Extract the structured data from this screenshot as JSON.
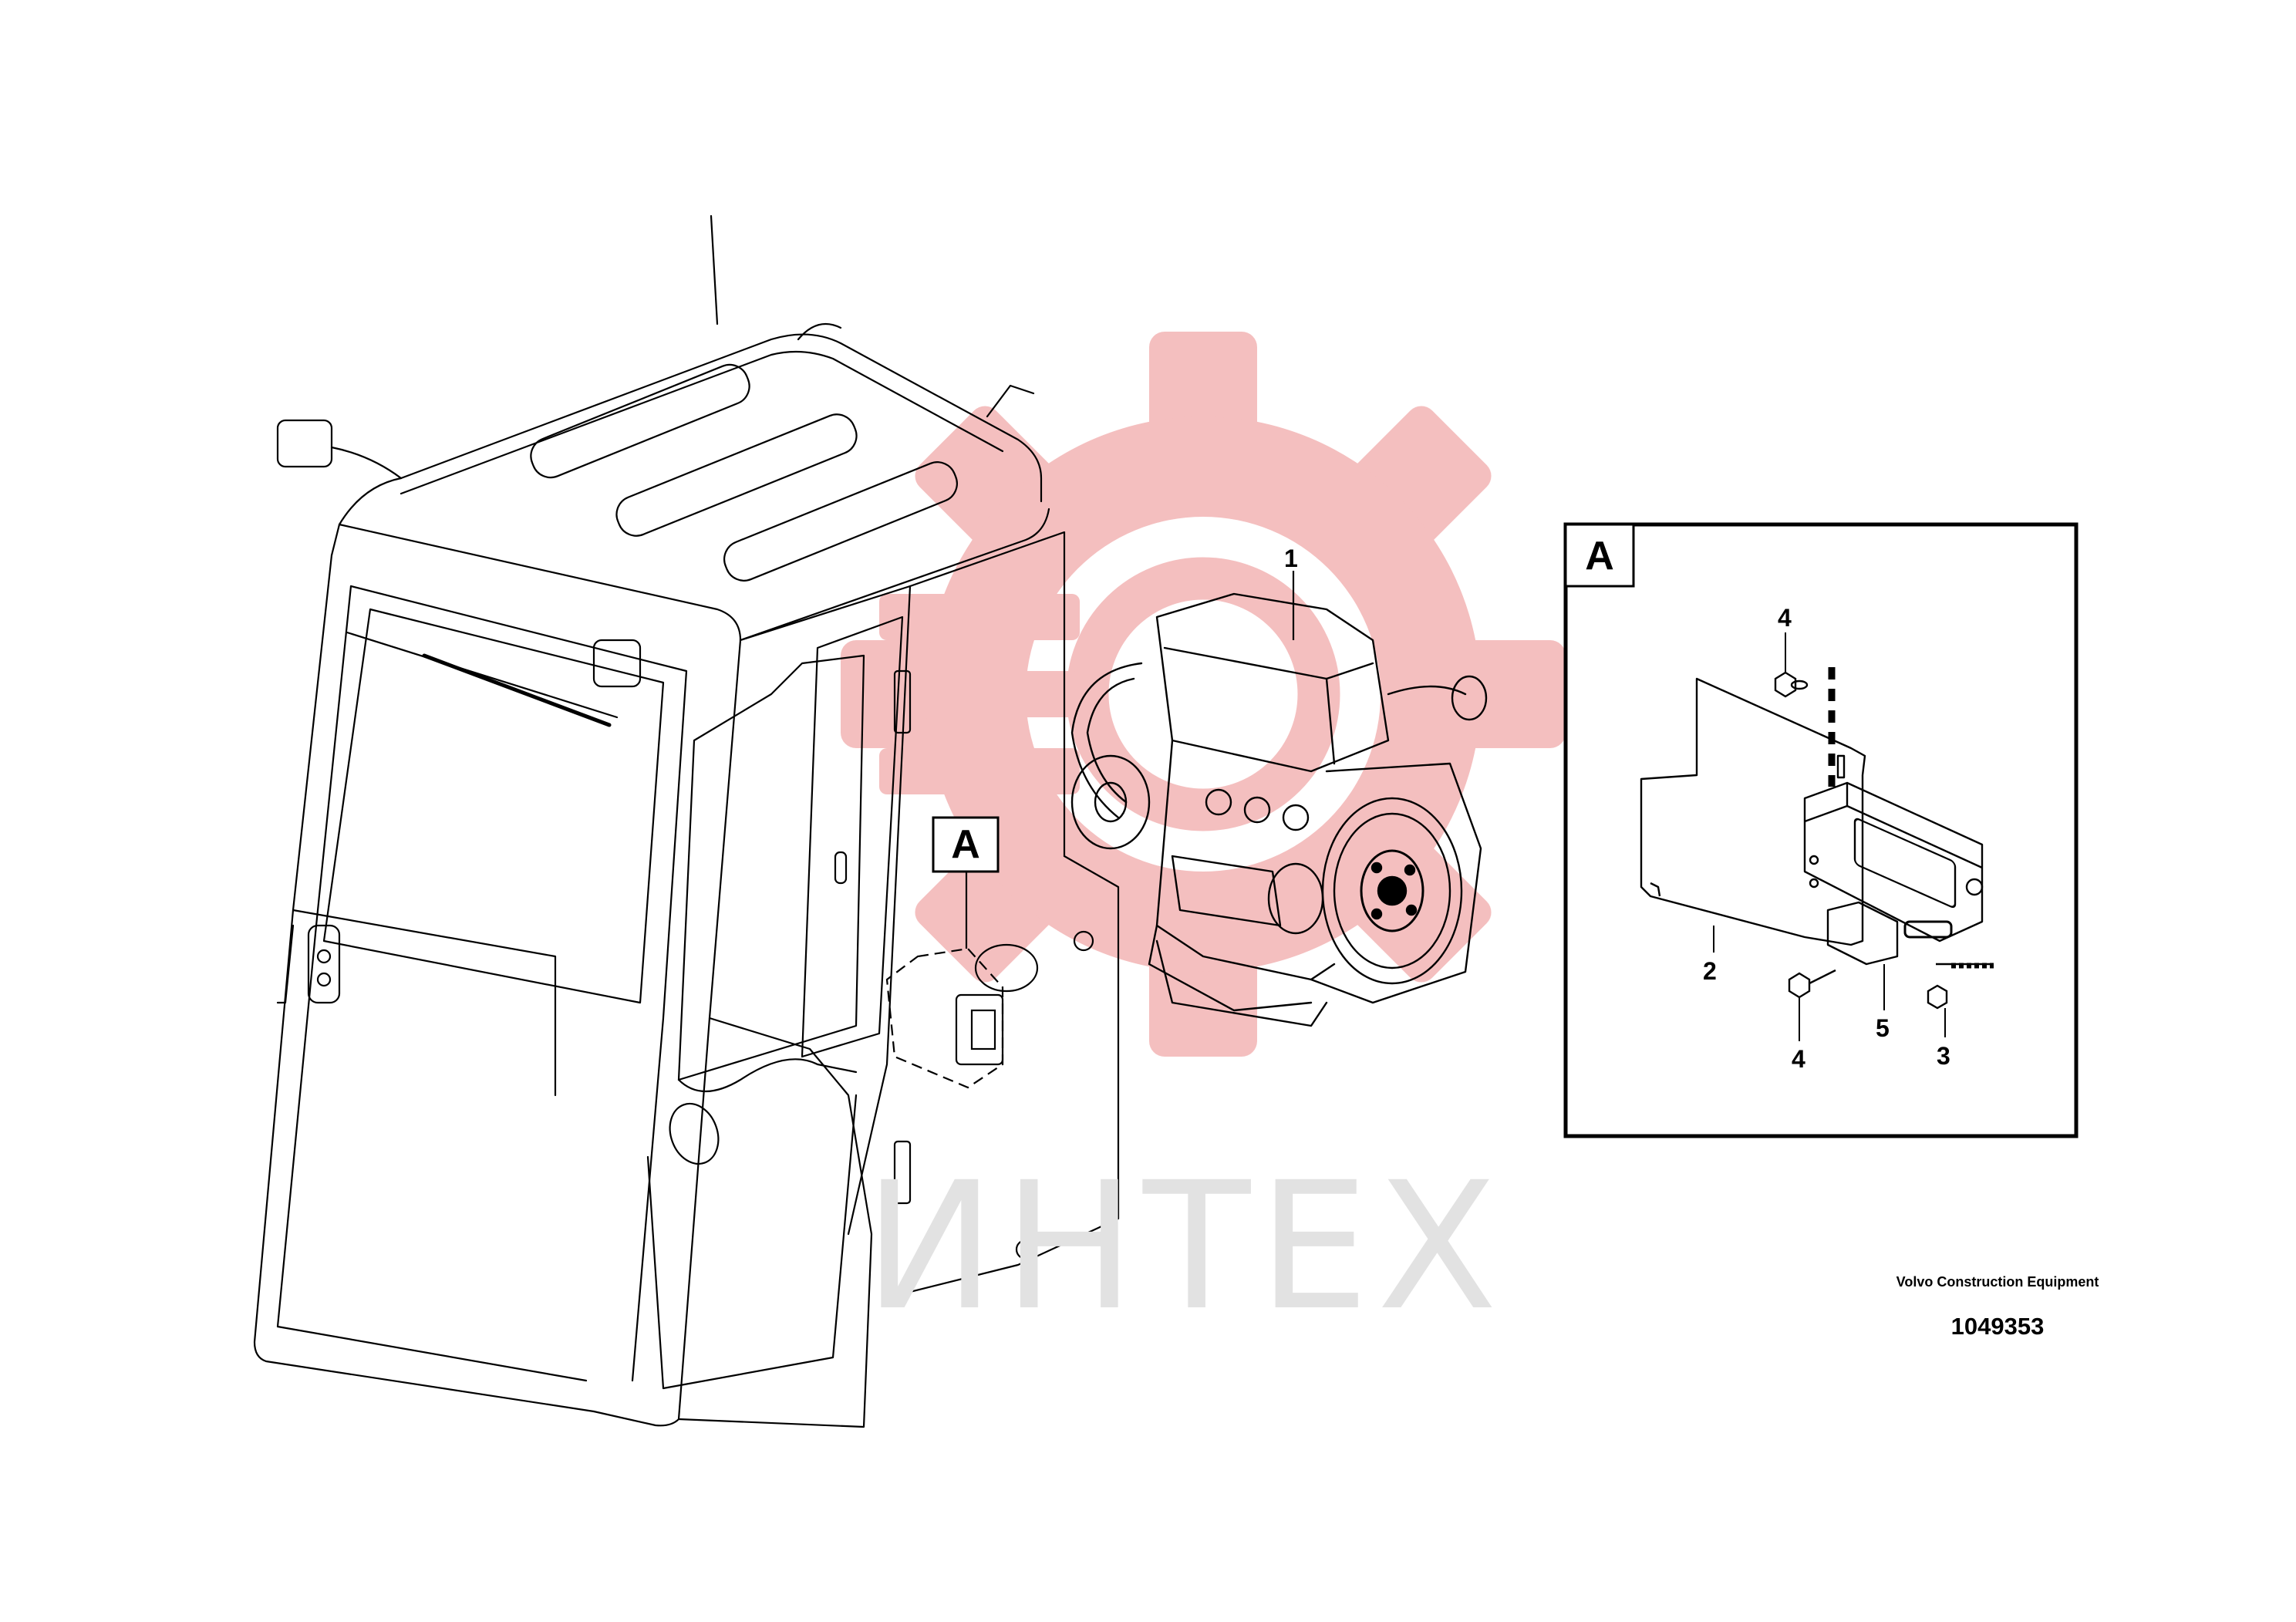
{
  "watermark": {
    "text": "ИНТЕХ",
    "gear_color": "#f3b4b4",
    "text_color": "#e2e2e2"
  },
  "callouts": {
    "engine": "1",
    "detail_marker": "A"
  },
  "detail": {
    "label": "A",
    "parts": {
      "bolt_top": "4",
      "plate": "2",
      "bolt_bottom": "4",
      "module": "5",
      "screw": "3"
    }
  },
  "footer": {
    "brand": "Volvo Construction Equipment",
    "drawing_number": "1049353"
  }
}
